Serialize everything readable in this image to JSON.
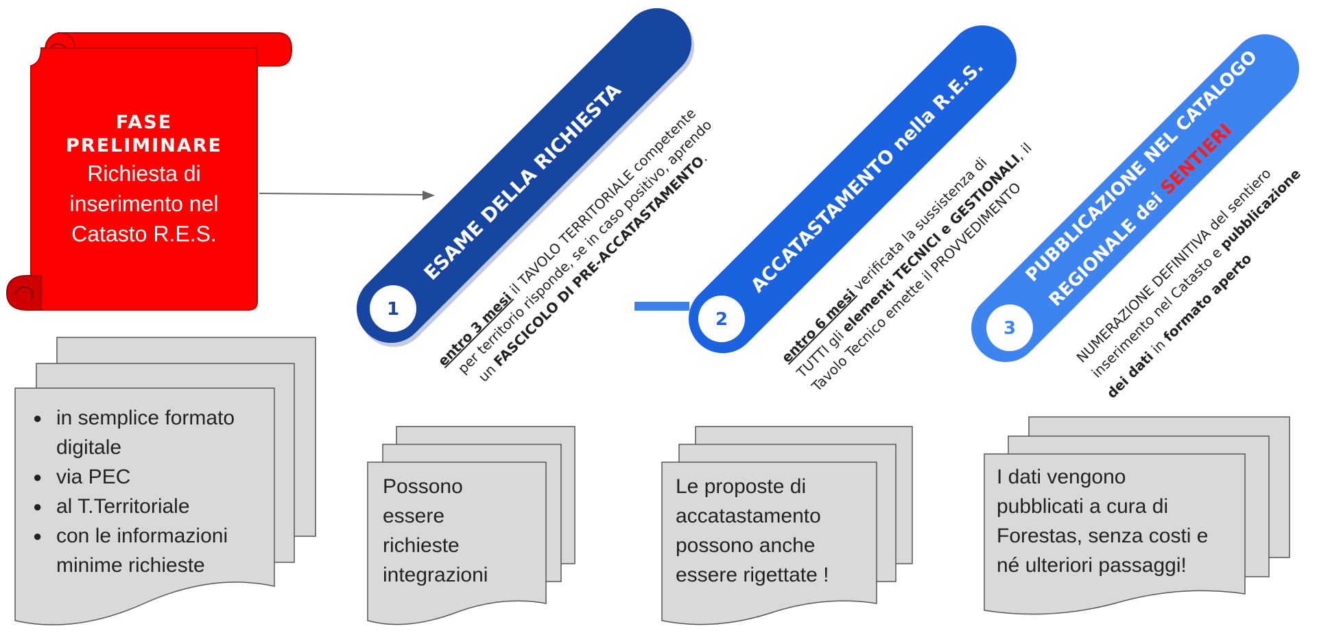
{
  "colors": {
    "red": "#ff0000",
    "step1": "#1746a2",
    "step2": "#1a62e0",
    "step3": "#3e84f0",
    "doc": "#d9d9d9",
    "sentieri": "#ff1a1a"
  },
  "preliminary": {
    "title": "FASE PRELIMINARE",
    "subtitle_lines": [
      "Richiesta di",
      "inserimento nel",
      "Catasto R.E.S."
    ],
    "doc_items": [
      "in semplice formato digitale",
      "via PEC",
      "al T.Territoriale",
      "con le informazioni minime richieste"
    ]
  },
  "steps": [
    {
      "number": "1",
      "title": "ESAME  DELLA RICHIESTA",
      "desc_line1": {
        "u": "entro 3 mesi",
        "t": " il  TAVOLO TERRITORIALE competente"
      },
      "desc_line2": "per territorio risponde, se in caso positivo, aprendo",
      "desc_line3": {
        "a": "un ",
        "b": "FASCICOLO DI PRE-ACCATASTAMENTO",
        "c": "."
      },
      "doc_lines": [
        "Possono",
        "essere",
        "richieste",
        "integrazioni"
      ]
    },
    {
      "number": "2",
      "title": "ACCATASTAMENTO nella  R.E.S.",
      "desc_line1": {
        "u": "entro 6 mesi",
        "t": " verificata la sussistenza di"
      },
      "desc_line2": {
        "a": "TUTTI gli ",
        "b": "elementi TECNICI e GESTIONALI",
        "c": ", il"
      },
      "desc_line3": "Tavolo Tecnico emette il PROVVEDIMENTO",
      "doc_lines": [
        "Le proposte di",
        "accatastamento",
        "possono anche",
        "essere rigettate !"
      ]
    },
    {
      "number": "3",
      "title_line1": "PUBBLICAZIONE NEL CATALOGO",
      "title_line2": {
        "a": "REGIONALE dei ",
        "b": "SENTIERI"
      },
      "desc_line1": "NUMERAZIONE DEFINITIVA del sentiero",
      "desc_line2": {
        "a": "inserimento nel Catasto e  ",
        "b": "pubblicazione"
      },
      "desc_line3": {
        "a": "dei dati",
        "b": " in ",
        "c": "formato aperto"
      },
      "doc_lines": [
        "I dati vengono",
        "pubblicati a cura di",
        "Forestas, senza costi e",
        "né  ulteriori passaggi!"
      ]
    }
  ]
}
